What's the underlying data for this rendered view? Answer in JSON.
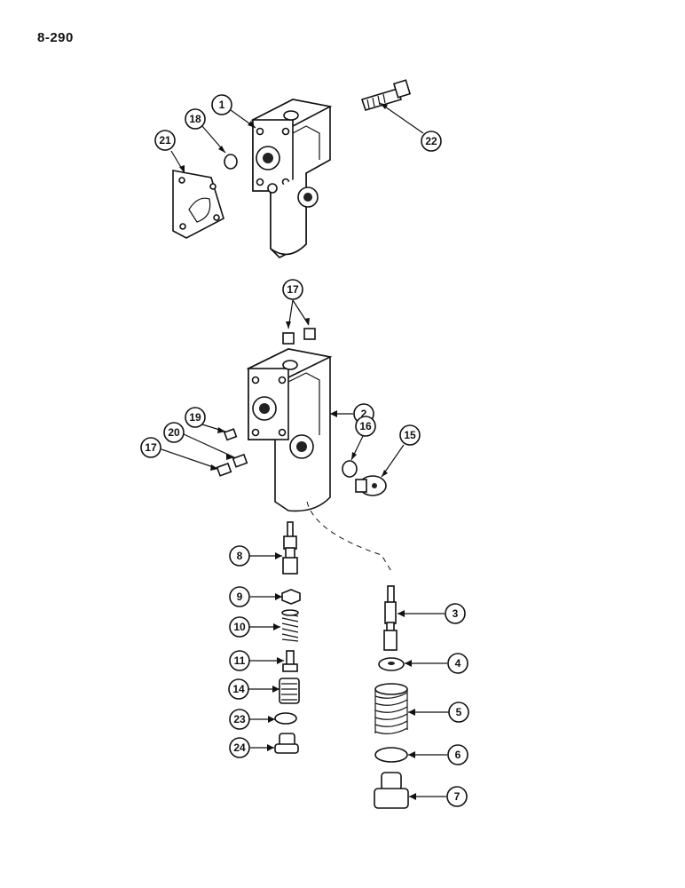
{
  "page_number": "8-290",
  "callouts": [
    {
      "label": "1"
    },
    {
      "label": "18"
    },
    {
      "label": "21"
    },
    {
      "label": "22"
    },
    {
      "label": "17"
    },
    {
      "label": "2"
    },
    {
      "label": "19"
    },
    {
      "label": "20"
    },
    {
      "label": "17"
    },
    {
      "label": "16"
    },
    {
      "label": "15"
    },
    {
      "label": "8"
    },
    {
      "label": "9"
    },
    {
      "label": "10"
    },
    {
      "label": "11"
    },
    {
      "label": "14"
    },
    {
      "label": "23"
    },
    {
      "label": "24"
    },
    {
      "label": "3"
    },
    {
      "label": "4"
    },
    {
      "label": "5"
    },
    {
      "label": "6"
    },
    {
      "label": "7"
    }
  ]
}
